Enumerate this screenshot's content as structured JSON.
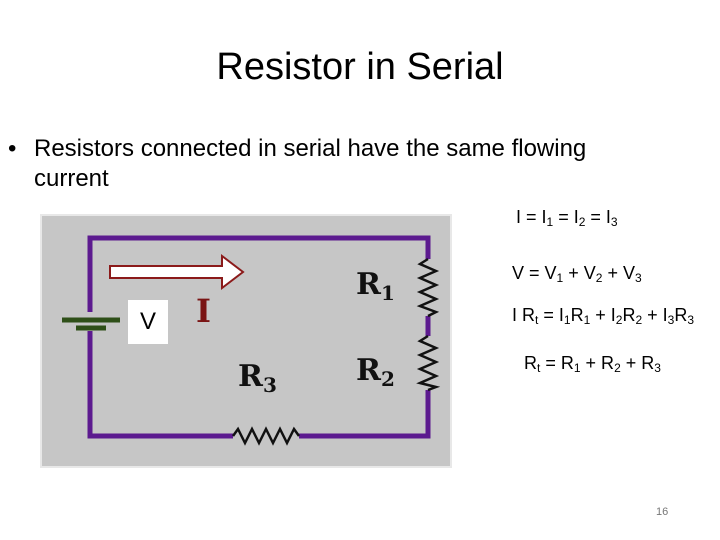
{
  "slide": {
    "title": "Resistor in Serial",
    "bullet": "Resistors connected in serial have the same flowing current",
    "page_number": "16"
  },
  "equations": {
    "current": [
      {
        "t": "I = I"
      },
      {
        "s": "1"
      },
      {
        "t": " = I"
      },
      {
        "s": "2"
      },
      {
        "t": " = I"
      },
      {
        "s": "3"
      }
    ],
    "voltage": [
      {
        "t": "V = V"
      },
      {
        "s": "1"
      },
      {
        "t": " + V"
      },
      {
        "s": "2"
      },
      {
        "t": " + V"
      },
      {
        "s": "3"
      }
    ],
    "ohm": [
      {
        "t": "I R"
      },
      {
        "s": "t"
      },
      {
        "t": " = I"
      },
      {
        "s": "1"
      },
      {
        "t": "R"
      },
      {
        "s": "1"
      },
      {
        "t": " + I"
      },
      {
        "s": "2"
      },
      {
        "t": "R"
      },
      {
        "s": "2"
      },
      {
        "t": " + I"
      },
      {
        "s": "3"
      },
      {
        "t": "R"
      },
      {
        "s": "3"
      }
    ],
    "resistance": [
      {
        "t": "R"
      },
      {
        "s": "t"
      },
      {
        "t": " = R"
      },
      {
        "s": "1"
      },
      {
        "t": " + R"
      },
      {
        "s": "2"
      },
      {
        "t": " + R"
      },
      {
        "s": "3"
      }
    ]
  },
  "circuit": {
    "battery_label": "V",
    "current_label": "I",
    "resistors": {
      "r1": {
        "letter": "R",
        "index": "1"
      },
      "r2": {
        "letter": "R",
        "index": "2"
      },
      "r3": {
        "letter": "R",
        "index": "3"
      }
    },
    "colors": {
      "panel": "#c6c6c6",
      "wire": "#5c1a8f",
      "battery": "#2e4f18",
      "arrow": "#8b1a1a"
    }
  }
}
